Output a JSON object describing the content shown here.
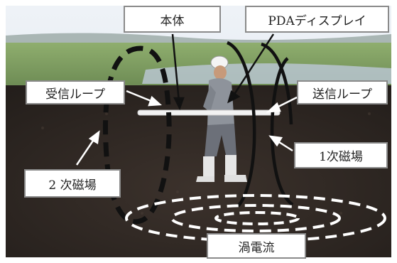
{
  "labels": {
    "body": "本体",
    "pda_display": "PDAディスプレイ",
    "receive_loop": "受信ループ",
    "transmit_loop": "送信ループ",
    "secondary_field": "2 次磁場",
    "primary_field": "1次磁場",
    "eddy_current": "渦電流"
  }
}
